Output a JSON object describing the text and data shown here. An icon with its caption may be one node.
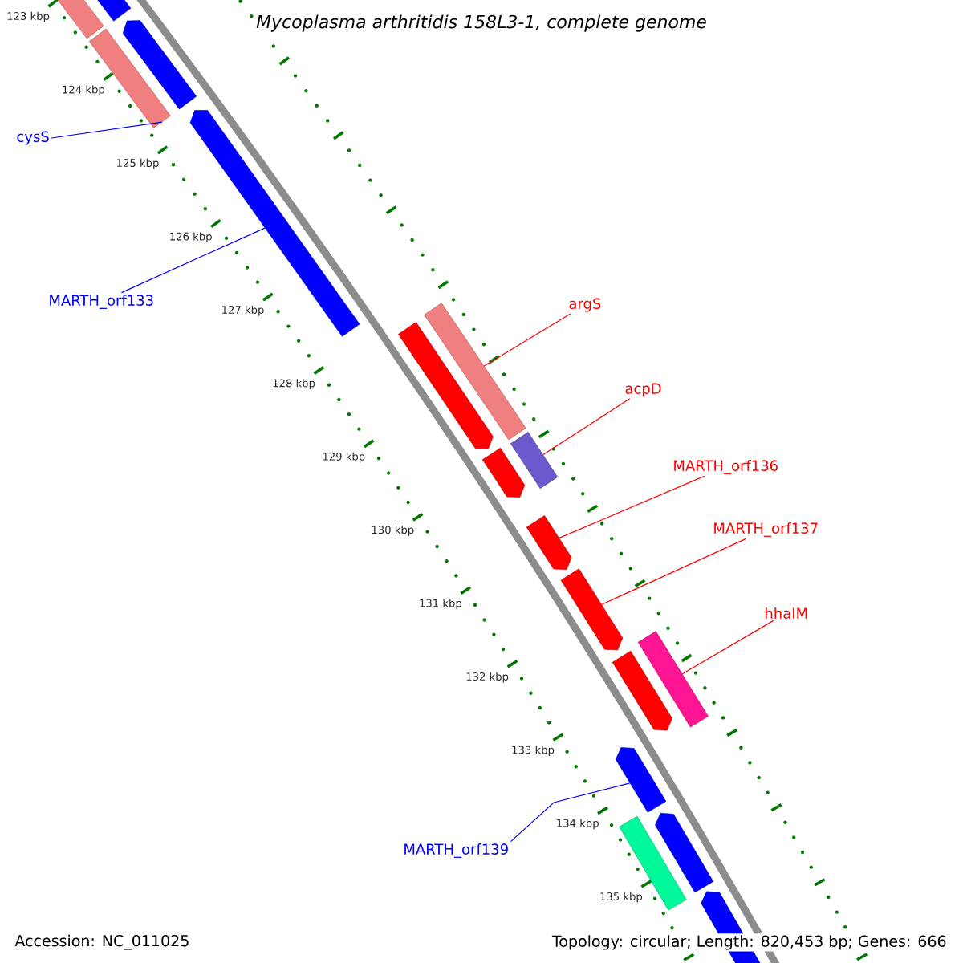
{
  "diagram": {
    "title": "Mycoplasma arthritidis 158L3-1, complete genome",
    "nodes": [
      {
        "text": [],
        "shape": "bar"
      },
      {
        "text": [],
        "shape": "bar"
      },
      {
        "text": [],
        "shape": "pentagon"
      },
      {
        "text": [],
        "shape": "pentagon"
      },
      {
        "text": [],
        "shape": "pentagon"
      },
      {
        "text": [],
        "shape": "pentagon"
      },
      {
        "text": [],
        "shape": "bar"
      },
      {
        "text": [],
        "shape": "pentagon"
      },
      {
        "text": [],
        "shape": "bar"
      },
      {
        "text": [],
        "shape": "pentagon"
      },
      {
        "text": [],
        "shape": "pentagon"
      },
      {
        "text": [],
        "shape": "pentagon"
      },
      {
        "text": [],
        "shape": "bar"
      },
      {
        "text": [],
        "shape": "pentagon"
      },
      {
        "text": [],
        "shape": "bar"
      },
      {
        "text": [],
        "shape": "pentagon"
      },
      {
        "text": [],
        "shape": "pentagon"
      },
      {
        "text": [
          "cysS"
        ]
      },
      {
        "text": [
          "MARTH_orf133"
        ]
      },
      {
        "text": [
          "argS"
        ]
      },
      {
        "text": [
          "acpD"
        ]
      },
      {
        "text": [
          "MARTH_orf136"
        ]
      },
      {
        "text": [
          "MARTH_orf137"
        ]
      },
      {
        "text": [
          "hhaIM"
        ]
      },
      {
        "text": [
          "MARTH_orf139"
        ]
      }
    ],
    "edges": [
      {
        "from": 17,
        "to": 1,
        "arrow": "none",
        "color": "#0000ff"
      },
      {
        "from": 18,
        "to": 4,
        "arrow": "none",
        "color": "#0000ff"
      },
      {
        "from": 19,
        "to": 6,
        "arrow": "none"
      },
      {
        "from": 20,
        "to": 8,
        "arrow": "none"
      },
      {
        "from": 21,
        "to": 9,
        "arrow": "none"
      },
      {
        "from": 22,
        "to": 10,
        "arrow": "none"
      },
      {
        "from": 23,
        "to": 12,
        "arrow": "none"
      },
      {
        "from": 24,
        "to": 13,
        "arrow": "none",
        "color": "#0000ff"
      }
    ],
    "labels": [
      "123 kbp",
      "124 kbp",
      "125 kbp",
      "126 kbp",
      "127 kbp",
      "128 kbp",
      "129 kbp",
      "130 kbp",
      "131 kbp",
      "132 kbp",
      "133 kbp",
      "134 kbp",
      "135 kbp",
      "Accession: NC_011025",
      "Topology: circular; Length: 820,453 bp; Genes: 666"
    ]
  }
}
